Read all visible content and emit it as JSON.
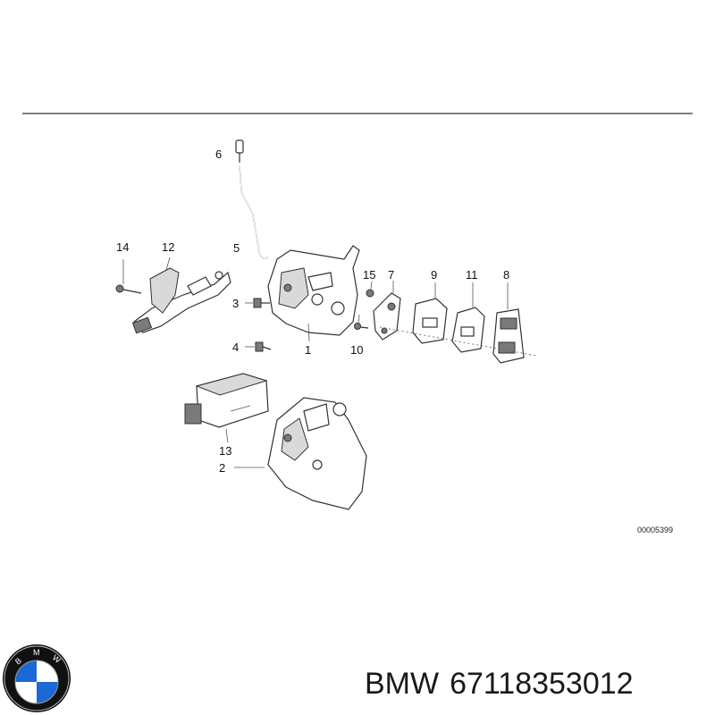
{
  "diagram": {
    "reference_code": "00005399",
    "callouts": [
      "6",
      "5",
      "14",
      "12",
      "3",
      "4",
      "1",
      "15",
      "7",
      "9",
      "11",
      "8",
      "10",
      "13",
      "2"
    ]
  },
  "caption": {
    "brand": "BMW",
    "part_number": "67118353012"
  },
  "logo": {
    "lettering": "BMW",
    "colors": {
      "blue": "#1c69d4",
      "white": "#ffffff",
      "ring": "#111111"
    }
  }
}
